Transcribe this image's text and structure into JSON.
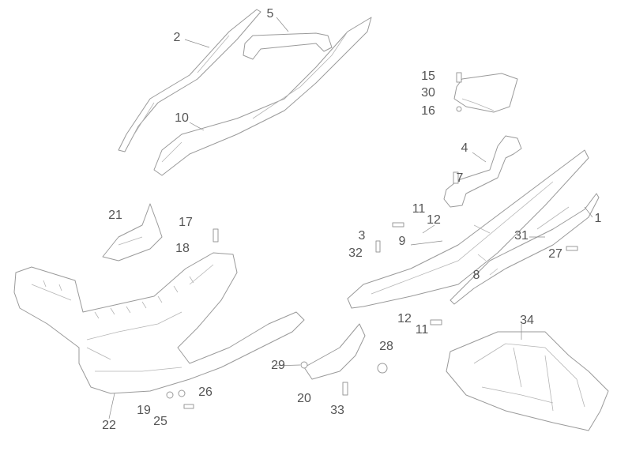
{
  "diagram": {
    "labels": {
      "l1": "1",
      "l2": "2",
      "l3": "3",
      "l4": "4",
      "l5": "5",
      "l7": "7",
      "l8": "8",
      "l9": "9",
      "l10": "10",
      "l11a": "11",
      "l11b": "11",
      "l12a": "12",
      "l12b": "12",
      "l15": "15",
      "l16": "16",
      "l17": "17",
      "l18": "18",
      "l19": "19",
      "l20": "20",
      "l21": "21",
      "l22": "22",
      "l25": "25",
      "l26": "26",
      "l27": "27",
      "l28": "28",
      "l29": "29",
      "l30": "30",
      "l31": "31",
      "l32": "32",
      "l33": "33",
      "l34": "34"
    },
    "colors": {
      "stroke": "#9a9a9a",
      "label": "#555555"
    }
  }
}
